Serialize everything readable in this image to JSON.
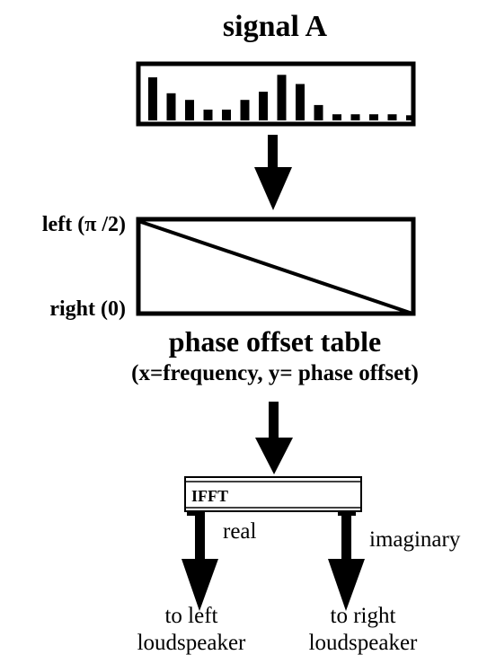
{
  "title": "signal A",
  "signal_spectrum": {
    "values": [
      0.84,
      0.53,
      0.4,
      0.21,
      0.21,
      0.4,
      0.56,
      0.89,
      0.71,
      0.3,
      0.12,
      0.12,
      0.12,
      0.12,
      0.1
    ]
  },
  "phase_table": {
    "left_label": "left (π /2)",
    "right_label": "right (0)",
    "title": "phase offset table",
    "subtitle": "(x=frequency, y= phase offset)"
  },
  "ifft": {
    "label": "IFFT",
    "real_label": "real",
    "imag_label": "imaginary"
  },
  "outputs": {
    "left_line1": "to left",
    "left_line2": "loudspeaker",
    "right_line1": "to right",
    "right_line2": "loudspeaker"
  }
}
